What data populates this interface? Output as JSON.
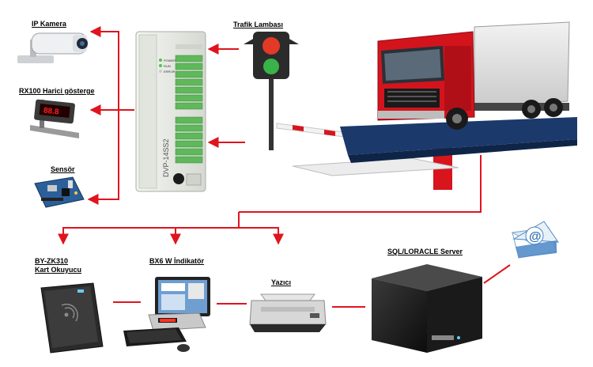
{
  "labels": {
    "ip_camera": "IP Kamera",
    "rx100": "RX100 Harici gösterge",
    "sensor": "Sensör",
    "traffic_light": "Trafik Lambası",
    "card_reader_line1": "BY-ZK310",
    "card_reader_line2": "Kart Okuyucu",
    "indicator": "BX6 W İndikatör",
    "printer": "Yazıcı",
    "server": "SQL/LORACLE Server"
  },
  "plc": {
    "model": "DVP-14SS2",
    "leds": [
      "POWER",
      "RUN",
      "ERROR"
    ]
  },
  "rx100_display_value": "88.8",
  "email_symbol": "@",
  "colors": {
    "connector": "#e0141e",
    "truck_cab": "#d3141d",
    "plc_body": "#e9ebe6",
    "plc_terminal": "#5fb85a",
    "barrier": "#d8141c",
    "scale_platform": "#1b3a6b"
  }
}
